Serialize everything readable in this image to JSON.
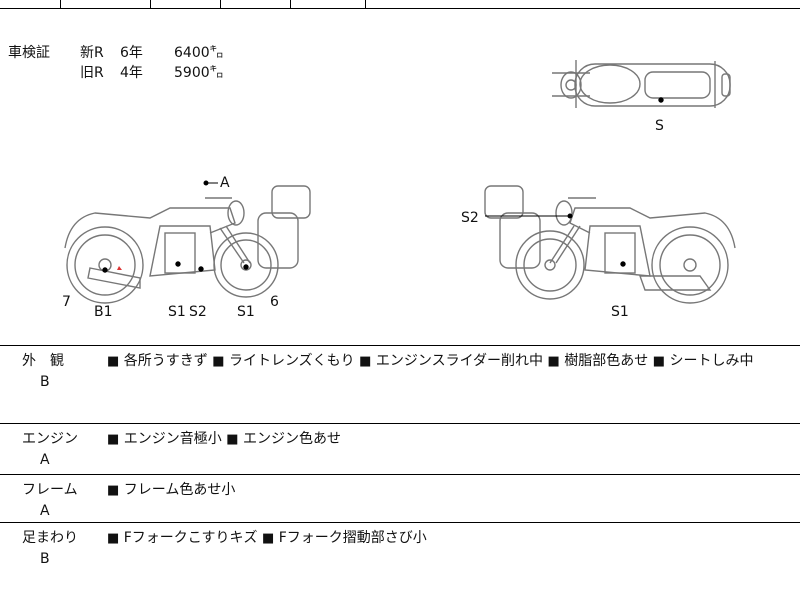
{
  "inspection": {
    "label": "車検証",
    "rows": [
      {
        "type": "新R",
        "years": "6年",
        "mileage": "6400㌔"
      },
      {
        "type": "旧R",
        "years": "4年",
        "mileage": "5900㌔"
      }
    ]
  },
  "diagram_labels": {
    "top_S": "S",
    "A": "A",
    "seven": "7",
    "B1": "B1",
    "S1_left": "S1",
    "S2_left": "S2",
    "S1_left2": "S1",
    "six": "6",
    "S2_right": "S2",
    "S1_right": "S1"
  },
  "sections": [
    {
      "category": "外　観",
      "grade": "B",
      "bullet": "■",
      "items": [
        "各所うすきず",
        "ライトレンズくもり",
        "エンジンスライダー削れ中",
        "樹脂部色あせ",
        "シートしみ中"
      ]
    },
    {
      "category": "エンジン",
      "grade": "A",
      "bullet": "■",
      "items": [
        "エンジン音極小",
        "エンジン色あせ"
      ]
    },
    {
      "category": "フレーム",
      "grade": "A",
      "bullet": "■",
      "items": [
        "フレーム色あせ小"
      ]
    },
    {
      "category": "足まわり",
      "grade": "B",
      "bullet": "■",
      "items": [
        "Fフォークこすりキズ",
        "Fフォーク摺動部さび小"
      ]
    }
  ]
}
